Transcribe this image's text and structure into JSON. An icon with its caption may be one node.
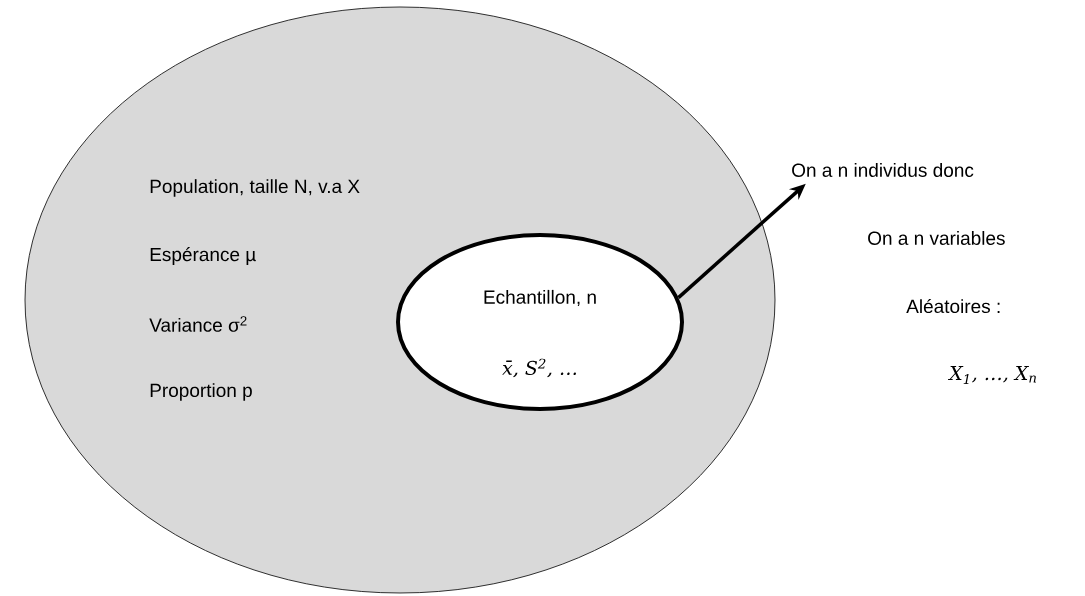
{
  "diagram": {
    "nodes": [
      {
        "text": [
          "Population, taille N, v.a X",
          "Espérance µ",
          "Variance σ$^{2}$",
          "Proportion p"
        ]
      },
      {
        "text": [
          "Echantillon, n",
          "x̄, S$^{2}$, …"
        ],
        "in": 0
      },
      {
        "text": [
          "On a n individus donc",
          "On a n variables",
          "Aléatoires :",
          "X$_{1}$, …, X$_{n}$"
        ]
      }
    ],
    "edges": [
      {
        "from": 1,
        "to": 2,
        "arrow": "to"
      }
    ]
  }
}
